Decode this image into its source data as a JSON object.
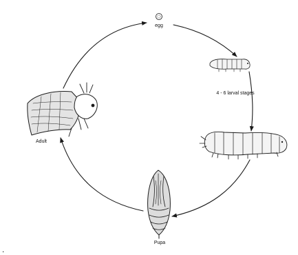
{
  "diagram": {
    "stages": {
      "egg": "egg",
      "larva": "4 - 6 larval stages",
      "pupa": "Pupa",
      "adult": "Adult"
    },
    "colors": {
      "ink": "#1a1a1a",
      "larva_fill": "#f4f4f4",
      "pupa_fill": "#dcdcdc",
      "adult_wing": "#e4e4e4"
    }
  },
  "page_mark": "."
}
